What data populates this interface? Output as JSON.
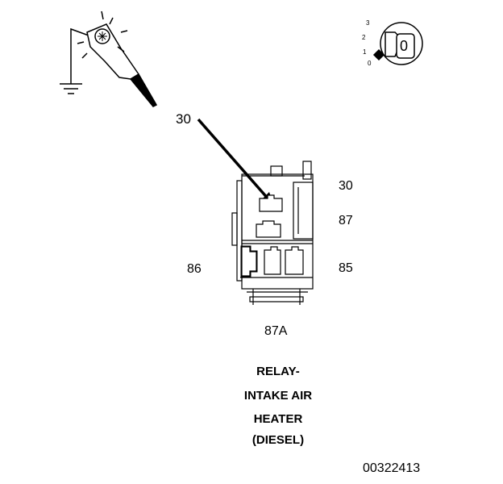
{
  "probe": {
    "pointer_label": "30"
  },
  "ignition": {
    "positions": [
      "3",
      "2",
      "1",
      "0"
    ],
    "key_label": "0"
  },
  "relay": {
    "pins": {
      "top_right": "30",
      "mid_right": "87",
      "right": "85",
      "left": "86",
      "bottom": "87A"
    }
  },
  "caption": {
    "lines": [
      "RELAY-",
      "INTAKE AIR",
      "HEATER",
      "(DIESEL)"
    ]
  },
  "doc_id": "00322413",
  "colors": {
    "ink": "#000000",
    "background": "#ffffff"
  }
}
